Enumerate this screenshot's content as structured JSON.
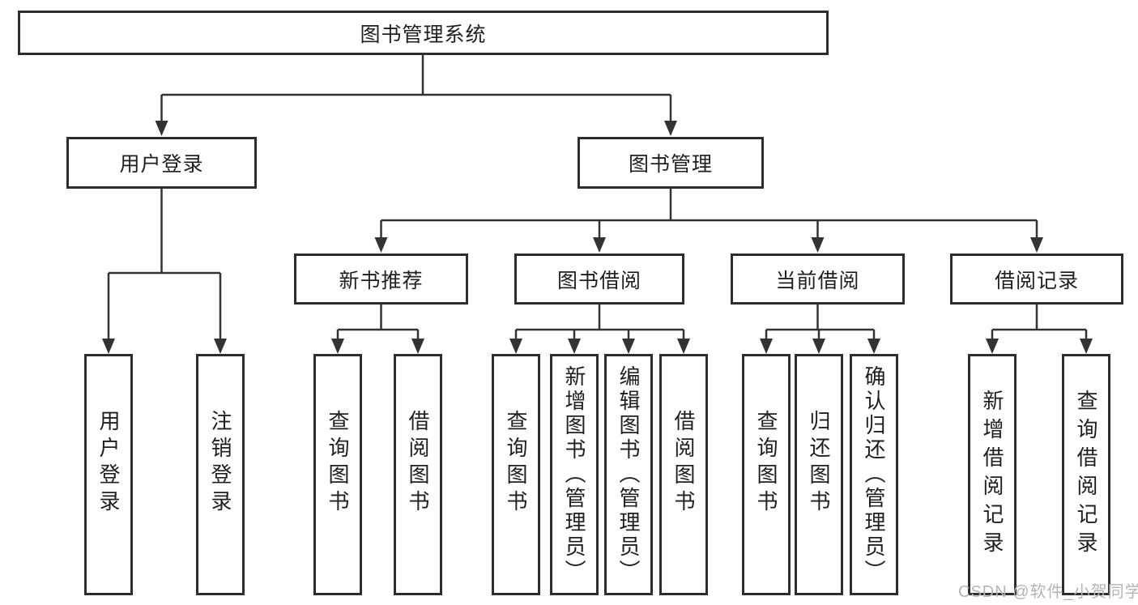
{
  "title": {
    "label": "图书管理系统"
  },
  "level2": [
    {
      "label": "用户登录"
    },
    {
      "label": "图书管理"
    }
  ],
  "level3": [
    {
      "label": "新书推荐"
    },
    {
      "label": "图书借阅"
    },
    {
      "label": "当前借阅"
    },
    {
      "label": "借阅记录"
    }
  ],
  "leaves": [
    {
      "label": "用户登录"
    },
    {
      "label": "注销登录"
    },
    {
      "label": "查询图书"
    },
    {
      "label": "借阅图书"
    },
    {
      "label": "查询图书"
    },
    {
      "label": "新增图书（管理员）"
    },
    {
      "label": "编辑图书（管理员）"
    },
    {
      "label": "借阅图书"
    },
    {
      "label": "查询图书"
    },
    {
      "label": "归还图书"
    },
    {
      "label": "确认归还（管理员）"
    },
    {
      "label": "新增借阅记录"
    },
    {
      "label": "查询借阅记录"
    }
  ],
  "watermark": "CSDN @软件_小贺同学",
  "colors": {
    "line": "#333333",
    "border": "#2e2e2e",
    "text": "#1f1f1f",
    "background": "#ffffff",
    "watermark": "#b5b5b5"
  }
}
